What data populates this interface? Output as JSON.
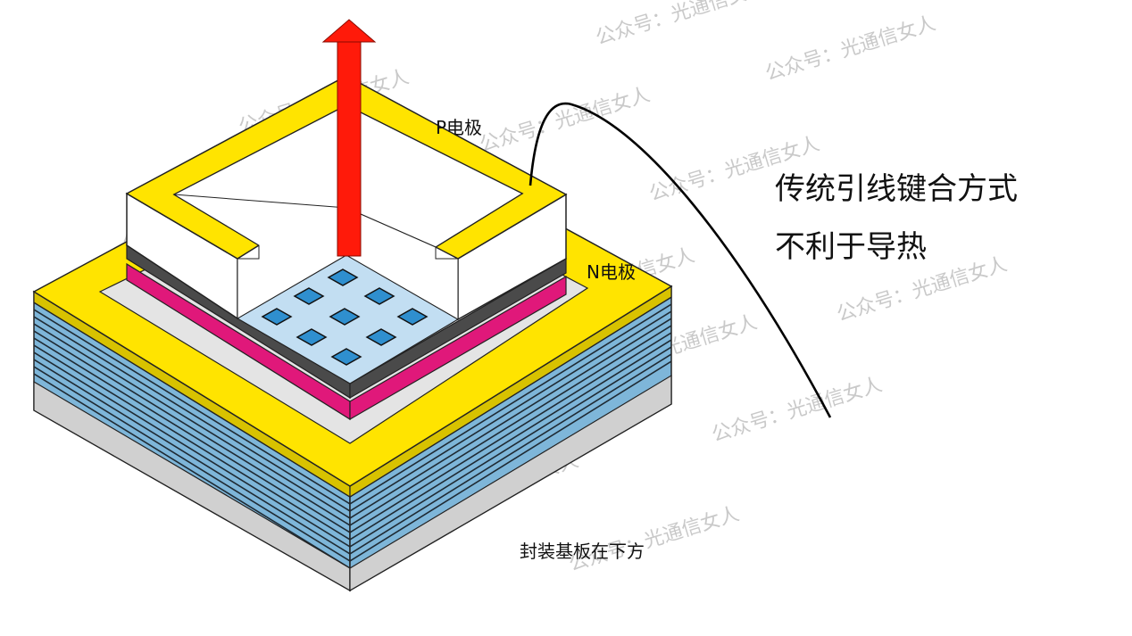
{
  "labels": {
    "p_electrode": "P电极",
    "n_electrode": "N电极",
    "substrate_note": "封装基板在下方",
    "caption_line1": "传统引线键合方式",
    "caption_line2": "不利于导热"
  },
  "watermark_text": "公众号：光通信女人",
  "colors": {
    "gold": "#ffe400",
    "gold_dark": "#d8c200",
    "magenta": "#e0187a",
    "dark_gray": "#4a4a4a",
    "substrate_blue": "#7eb6d9",
    "light_gray": "#d0d0d0",
    "pad_blue": "#c2def2",
    "via_blue": "#2f8fcf",
    "arrow_red": "#ff1a0a"
  }
}
